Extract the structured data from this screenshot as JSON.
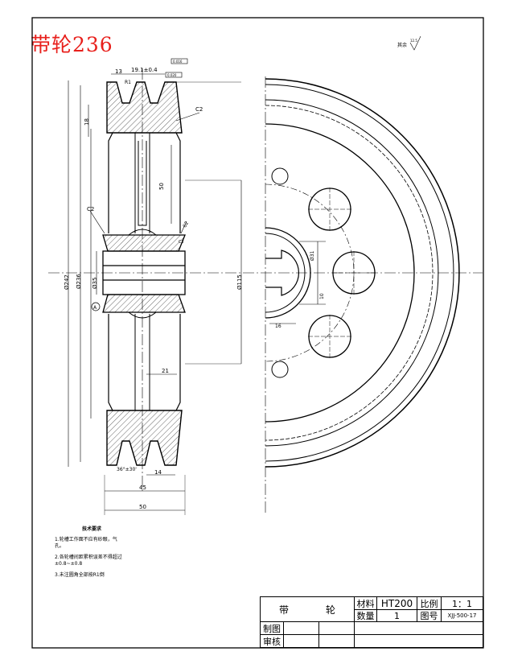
{
  "header": {
    "title_tag": "带轮236"
  },
  "surface_symbol": {
    "label": "其余",
    "value": "12.5"
  },
  "dims": {
    "d13": "13",
    "d19": "19.1±0.4",
    "r1": "R1",
    "tol1": "0.016",
    "tol2": "0.020",
    "d18": "18",
    "c2a": "C2",
    "d50v": "50",
    "c2b": "C2",
    "c2c": "C2",
    "d62": "62",
    "d242": "Ø242",
    "d236": "Ø236",
    "d35": "Ø35",
    "d115": "Ø115",
    "d21": "21",
    "angle": "36°±30'",
    "d14": "14",
    "d45": "45",
    "d50h": "50",
    "ref_a": "A",
    "key_w": "16",
    "key_h": "10",
    "d31": "Ø31"
  },
  "notes": {
    "heading": "技术要求",
    "items": [
      "1.轮槽工作面不应有砂眼，气孔。",
      "2.各轮槽间距累积误差不得超过±0.8~±0.8",
      "3.未注圆角全部按R1倒"
    ]
  },
  "title_block": {
    "part_name_1": "带",
    "part_name_2": "轮",
    "material_label": "材料",
    "material_value": "HT200",
    "scale_label": "比例",
    "scale_value": "1：1",
    "qty_label": "数量",
    "qty_value": "1",
    "drawing_no_label": "图号",
    "drawing_no_value": "XJJ-500-17",
    "drawn_label": "制图",
    "checked_label": "审核"
  }
}
